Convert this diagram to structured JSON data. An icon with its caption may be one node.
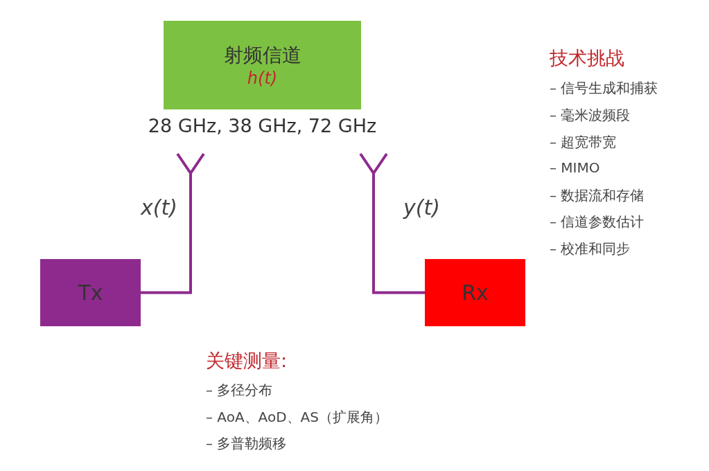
{
  "diagram": {
    "nodes": [
      {
        "text": [
          "射频信道",
          "h(t)"
        ],
        "beside": [
          "28 GHz, 38 GHz, 72 GHz"
        ]
      },
      {
        "text": [],
        "shape": "antenna"
      },
      {
        "text": [],
        "shape": "antenna"
      },
      {
        "text": [
          "Tx"
        ]
      },
      {
        "text": [
          "Rx"
        ]
      }
    ],
    "edges": [
      {
        "from": 3,
        "to": 1,
        "arrow": "none",
        "label": "x(t)"
      },
      {
        "from": 2,
        "to": 4,
        "arrow": "none",
        "label": "y(t)"
      }
    ],
    "labels": [
      "技术挑战",
      "– 信号生成和捕获",
      "– 毫米波频段",
      "– 超宽带宽",
      "– MIMO",
      "– 数据流和存储",
      "– 信道参数估计",
      "– 校准和同步",
      "关键测量:",
      "– 多径分布",
      "– AoA、AoD、AS（扩展角）",
      "– 多普勒频移"
    ]
  }
}
